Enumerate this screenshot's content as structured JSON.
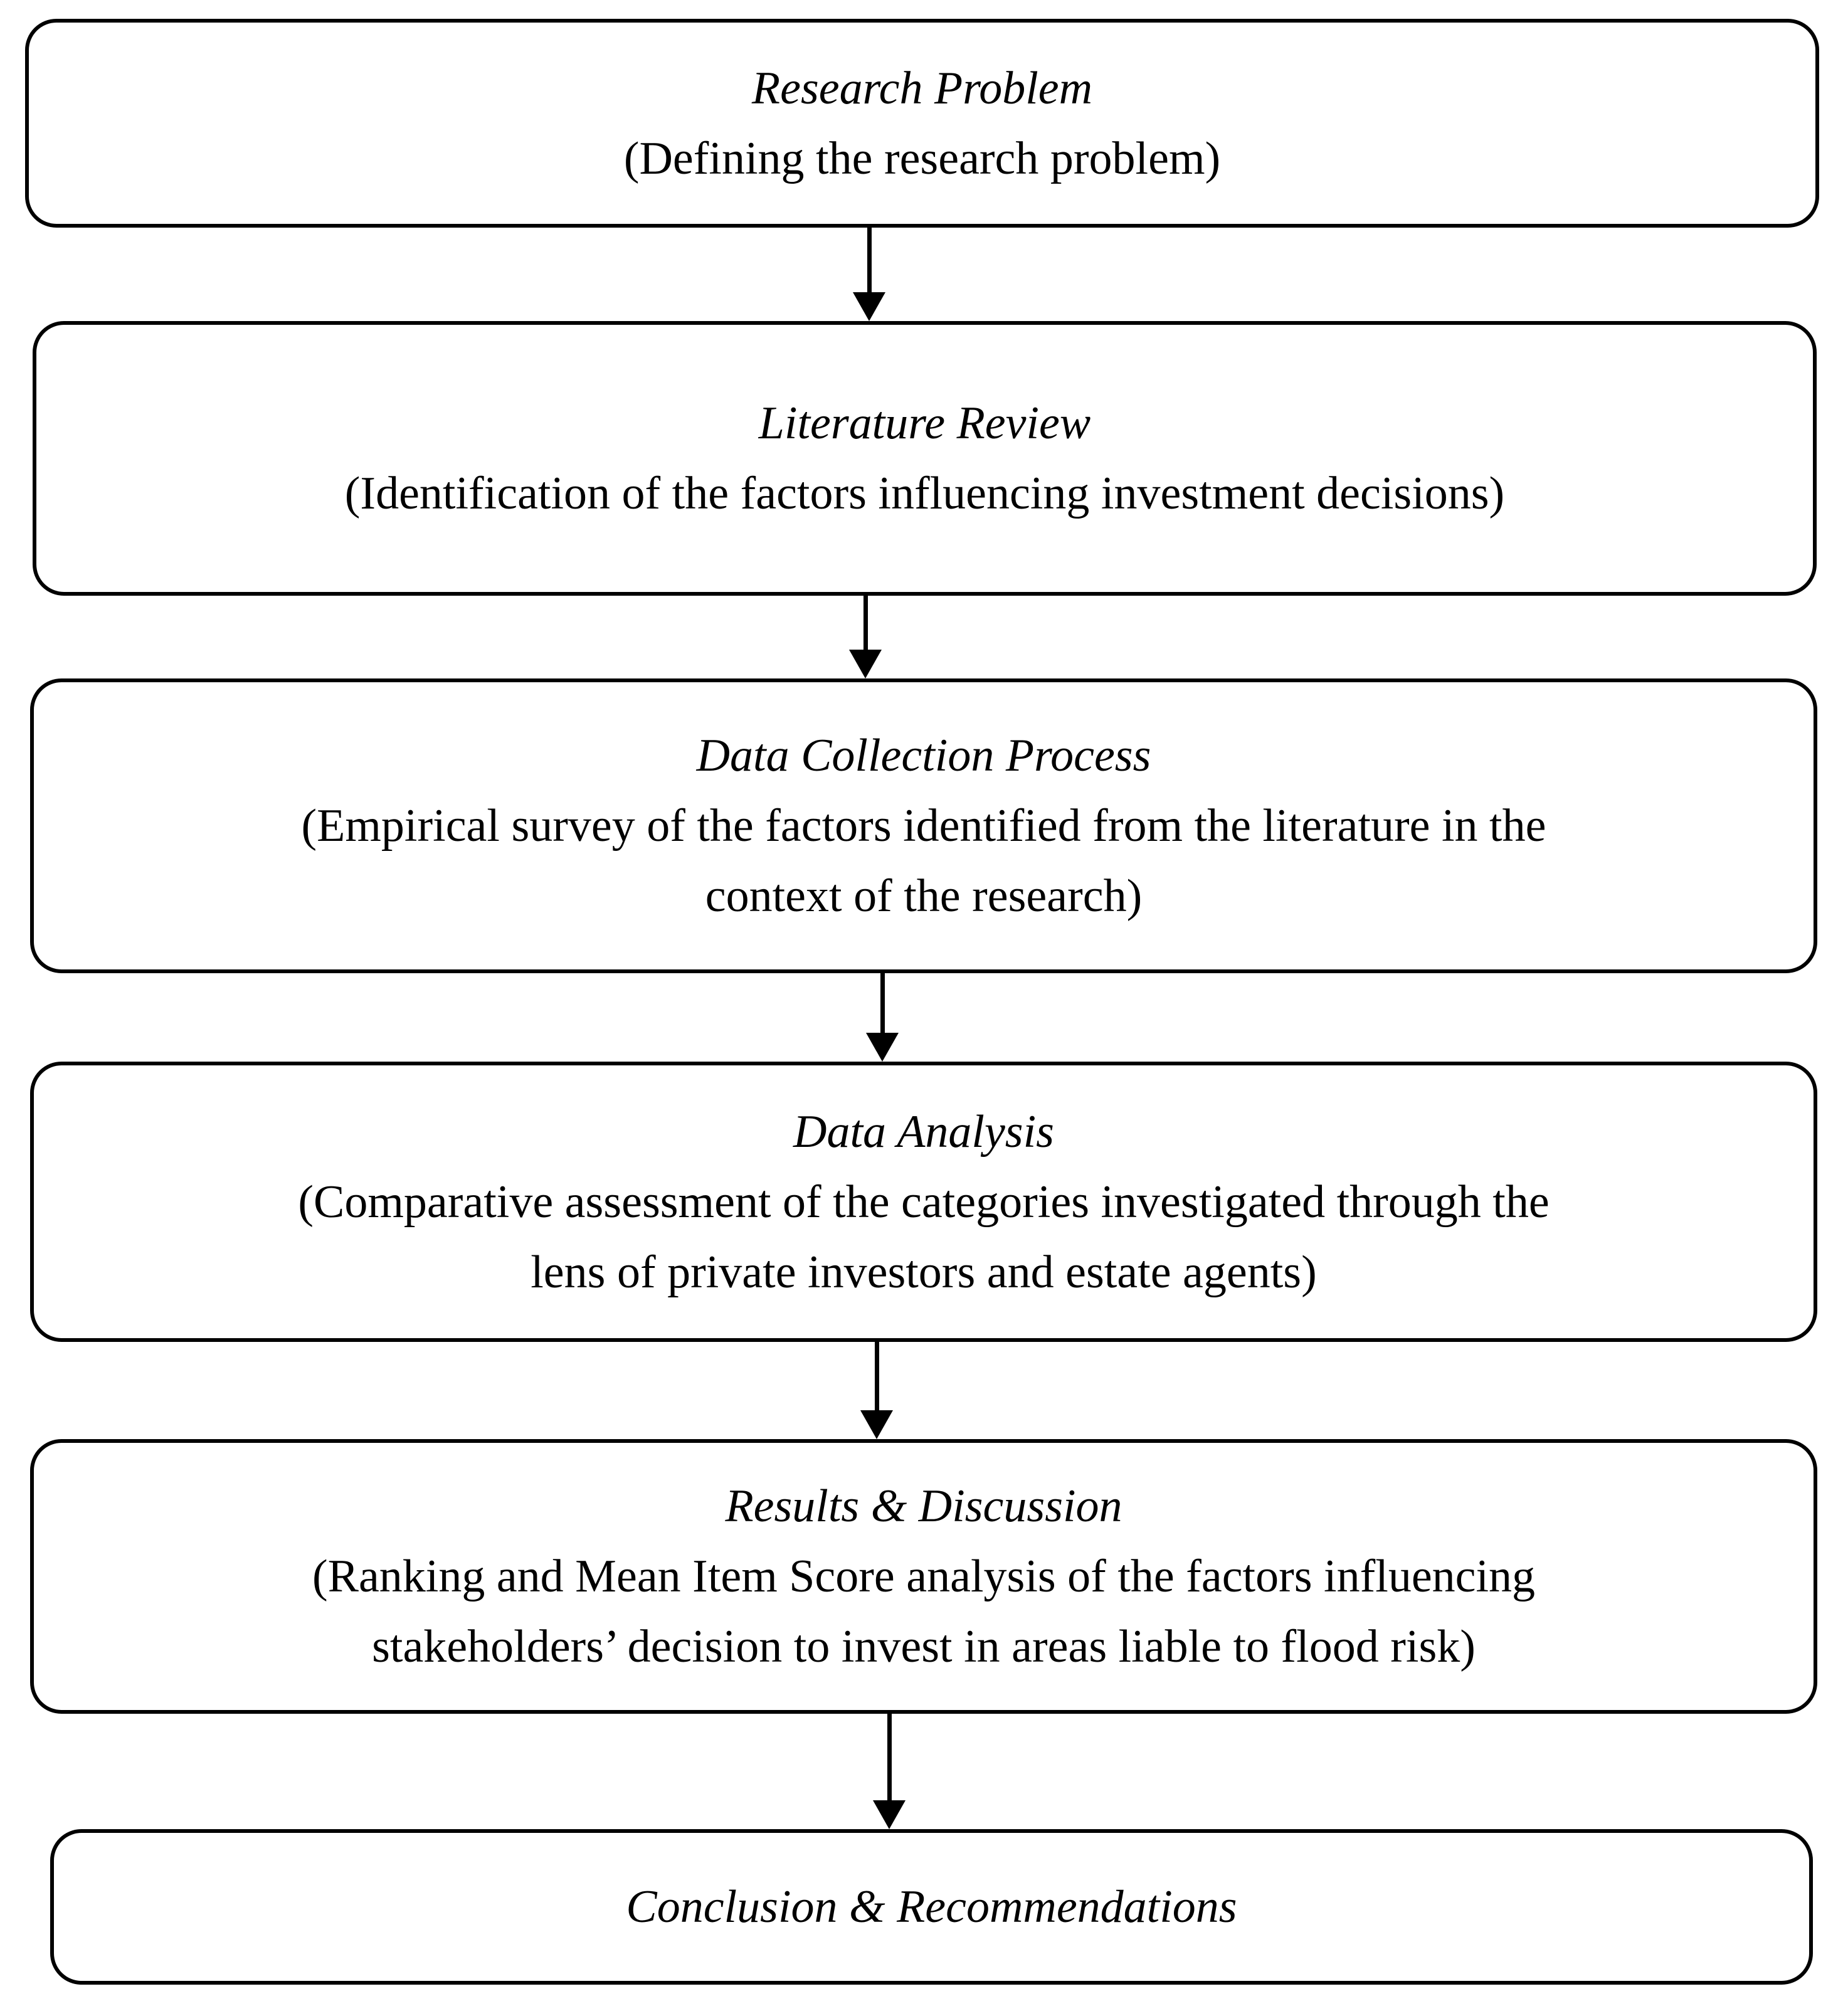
{
  "figure": {
    "type": "flowchart",
    "background_color": "#ffffff",
    "box_border_color": "#000000",
    "text_color": "#000000",
    "connector_icon": "down-arrow-icon",
    "connector_count": 5
  },
  "boxes": [
    {
      "title": "Research Problem",
      "subtitle_lines": [
        "(Defining the research problem)"
      ]
    },
    {
      "title": "Literature Review",
      "subtitle_lines": [
        "(Identification of the factors influencing investment decisions)"
      ]
    },
    {
      "title": "Data Collection Process",
      "subtitle_lines": [
        "(Empirical survey of the factors identified from the literature in the",
        "context of the research)"
      ]
    },
    {
      "title": "Data Analysis",
      "subtitle_lines": [
        "(Comparative assessment of the categories investigated through the",
        "lens of private investors and estate agents)"
      ]
    },
    {
      "title": "Results & Discussion",
      "subtitle_lines": [
        "(Ranking and Mean Item Score analysis of the factors influencing",
        "stakeholders’ decision to invest in areas liable to flood risk)"
      ]
    },
    {
      "title": "Conclusion & Recommendations",
      "subtitle_lines": []
    }
  ]
}
